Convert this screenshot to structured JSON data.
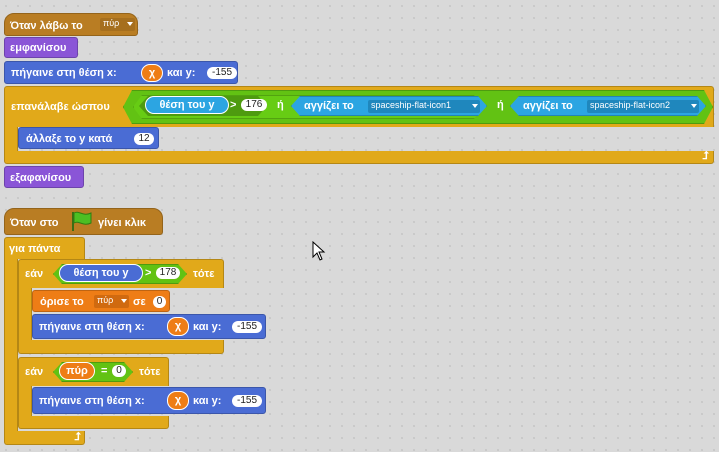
{
  "script1": {
    "when_receive": "Όταν λάβω το",
    "message": "πύρ",
    "show": "εμφανίσου",
    "goto_label_x": "πήγαινε στη θέση x:",
    "goto_x_var": "χ",
    "goto_label_y": "και y:",
    "goto_y": "-155",
    "repeat_until": "επανάλαβε ώσπου",
    "y_position": "θέση του y",
    "gt": ">",
    "y_threshold": "176",
    "or1": "ή",
    "touching_label_1": "αγγίζει το",
    "touching_target_1": "spaceship-flat-icon1",
    "or2": "ή",
    "touching_label_2": "αγγίζει το",
    "touching_target_2": "spaceship-flat-icon2",
    "change_y": "άλλαξε το y κατά",
    "change_y_value": "12",
    "hide": "εξαφανίσου"
  },
  "script2": {
    "when_flag_prefix": "Όταν στο",
    "when_flag_suffix": "γίνει κλικ",
    "forever": "για πάντα",
    "if1": "εάν",
    "if1_reporter": "θέση του y",
    "if1_gt": ">",
    "if1_value": "178",
    "if1_then": "τότε",
    "set_label": "όρισε το",
    "set_var": "πύρ",
    "set_to": "σε",
    "set_value": "0",
    "goto1_label_x": "πήγαινε στη θέση x:",
    "goto1_x_var": "χ",
    "goto1_label_y": "και y:",
    "goto1_y": "-155",
    "if2": "εάν",
    "if2_var": "πύρ",
    "if2_eq": "=",
    "if2_value": "0",
    "if2_then": "τότε",
    "goto2_label_x": "πήγαινε στη θέση x:",
    "goto2_x_var": "χ",
    "goto2_label_y": "και y:",
    "goto2_y": "-155"
  },
  "colors": {
    "events": "#b97d23",
    "looks": "#8a55d7",
    "motion": "#4a6cd4",
    "control": "#e1a91a",
    "operators": "#62c213",
    "sensing": "#2ca5e2",
    "variables": "#ee7d16",
    "background": "#d9d9d9"
  },
  "icons": [
    "green-flag-icon",
    "dropdown-arrow-icon",
    "loop-arrow-icon",
    "mouse-pointer-icon"
  ]
}
